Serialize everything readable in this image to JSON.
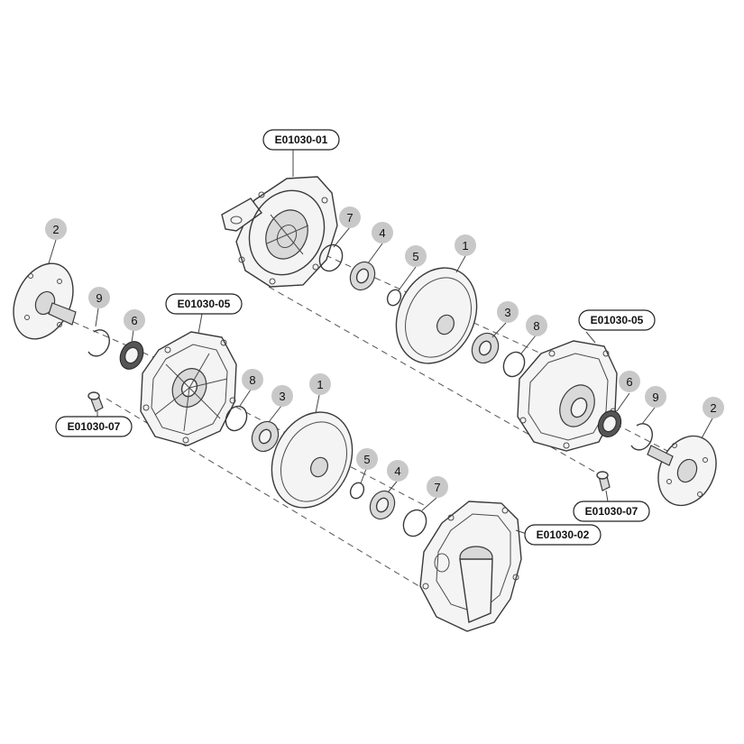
{
  "codes": {
    "upper_housing": "E01030-01",
    "lower_housing": "E01030-02",
    "cover_left": "E01030-05",
    "cover_right": "E01030-05",
    "bolt_left": "E01030-07",
    "bolt_right": "E01030-07"
  },
  "item_numbers": {
    "upper_seal_7": "7",
    "upper_bearing_4": "4",
    "upper_ring_5": "5",
    "upper_disc_1": "1",
    "upper_bearing_3": "3",
    "upper_ring_8": "8",
    "right_seal_6": "6",
    "right_circlip_9": "9",
    "right_flange_2": "2",
    "left_flange_2": "2",
    "left_circlip_9": "9",
    "left_seal_6": "6",
    "lower_ring_8": "8",
    "lower_bearing_3": "3",
    "lower_disc_1": "1",
    "lower_ring_5": "5",
    "lower_bearing_4": "4",
    "lower_seal_7": "7"
  }
}
